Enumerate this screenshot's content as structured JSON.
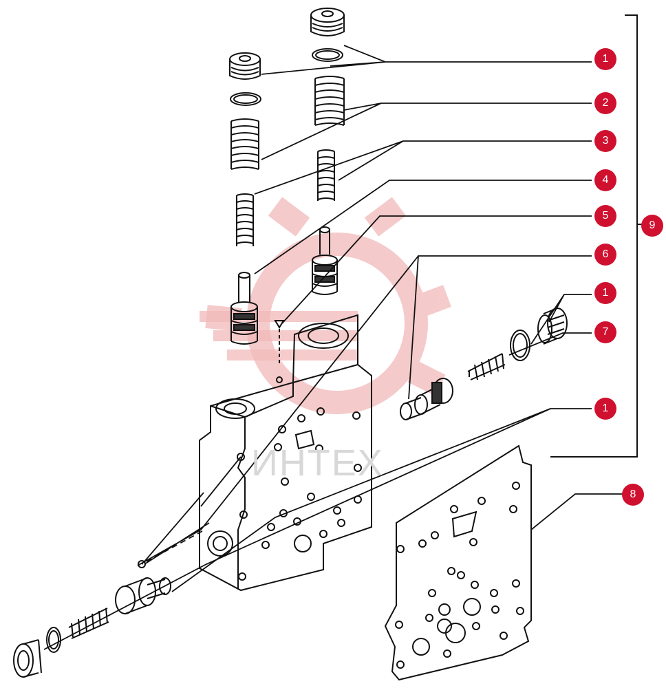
{
  "diagram": {
    "colors": {
      "callout": "#d0102f",
      "ink": "#111111",
      "watermark_logo": "#f2b9b9",
      "watermark_text": "#d8d8d8"
    },
    "watermark_text": "ИНТЕХ",
    "watermark_icon": "gear-logo-icon",
    "callouts": [
      {
        "id": "c1a",
        "label": "1"
      },
      {
        "id": "c2",
        "label": "2"
      },
      {
        "id": "c3",
        "label": "3"
      },
      {
        "id": "c4",
        "label": "4"
      },
      {
        "id": "c5",
        "label": "5"
      },
      {
        "id": "c6",
        "label": "6"
      },
      {
        "id": "c1b",
        "label": "1"
      },
      {
        "id": "c7",
        "label": "7"
      },
      {
        "id": "c1c",
        "label": "1"
      },
      {
        "id": "c8",
        "label": "8"
      },
      {
        "id": "c9",
        "label": "9"
      }
    ]
  }
}
